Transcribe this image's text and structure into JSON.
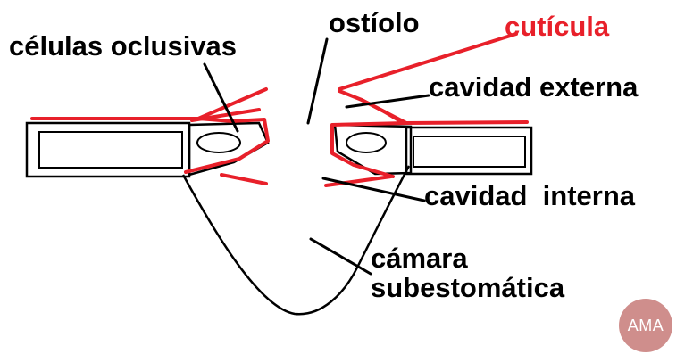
{
  "labels": {
    "celulas_oclusivas": "células oclusivas",
    "ostiolo": "ostíolo",
    "cuticula": "cutícula",
    "cavidad_externa": "cavidad externa",
    "cavidad_interna": "cavidad  interna",
    "camara_line1": "cámara",
    "camara_line2": "subestomática"
  },
  "badge": {
    "text": "AMA",
    "color": "#cf8e8c"
  },
  "colors": {
    "ink": "#000000",
    "cuticle": "#e8202a"
  }
}
